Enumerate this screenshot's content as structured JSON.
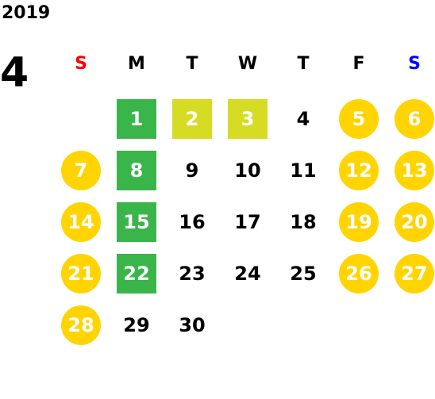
{
  "calendar": {
    "year": "2019",
    "month": "4",
    "weekdays": [
      {
        "label": "S",
        "color": "#ff0000"
      },
      {
        "label": "M",
        "color": "#000000"
      },
      {
        "label": "T",
        "color": "#000000"
      },
      {
        "label": "W",
        "color": "#000000"
      },
      {
        "label": "T",
        "color": "#000000"
      },
      {
        "label": "F",
        "color": "#000000"
      },
      {
        "label": "S",
        "color": "#0000ff"
      }
    ],
    "colors": {
      "weekend": "#ffd400",
      "holiday": "#3ab54a",
      "golden_week": "#d6dc23"
    },
    "first_weekday": 1,
    "days": [
      {
        "day": "1",
        "style": "holiday"
      },
      {
        "day": "2",
        "style": "golden_week"
      },
      {
        "day": "3",
        "style": "golden_week"
      },
      {
        "day": "4",
        "style": "plain"
      },
      {
        "day": "5",
        "style": "weekend"
      },
      {
        "day": "6",
        "style": "weekend"
      },
      {
        "day": "7",
        "style": "weekend"
      },
      {
        "day": "8",
        "style": "holiday"
      },
      {
        "day": "9",
        "style": "plain"
      },
      {
        "day": "10",
        "style": "plain"
      },
      {
        "day": "11",
        "style": "plain"
      },
      {
        "day": "12",
        "style": "weekend"
      },
      {
        "day": "13",
        "style": "weekend"
      },
      {
        "day": "14",
        "style": "weekend"
      },
      {
        "day": "15",
        "style": "holiday"
      },
      {
        "day": "16",
        "style": "plain"
      },
      {
        "day": "17",
        "style": "plain"
      },
      {
        "day": "18",
        "style": "plain"
      },
      {
        "day": "19",
        "style": "weekend"
      },
      {
        "day": "20",
        "style": "weekend"
      },
      {
        "day": "21",
        "style": "weekend"
      },
      {
        "day": "22",
        "style": "holiday"
      },
      {
        "day": "23",
        "style": "plain"
      },
      {
        "day": "24",
        "style": "plain"
      },
      {
        "day": "25",
        "style": "plain"
      },
      {
        "day": "26",
        "style": "weekend"
      },
      {
        "day": "27",
        "style": "weekend"
      },
      {
        "day": "28",
        "style": "weekend"
      },
      {
        "day": "29",
        "style": "plain"
      },
      {
        "day": "30",
        "style": "plain"
      }
    ]
  }
}
